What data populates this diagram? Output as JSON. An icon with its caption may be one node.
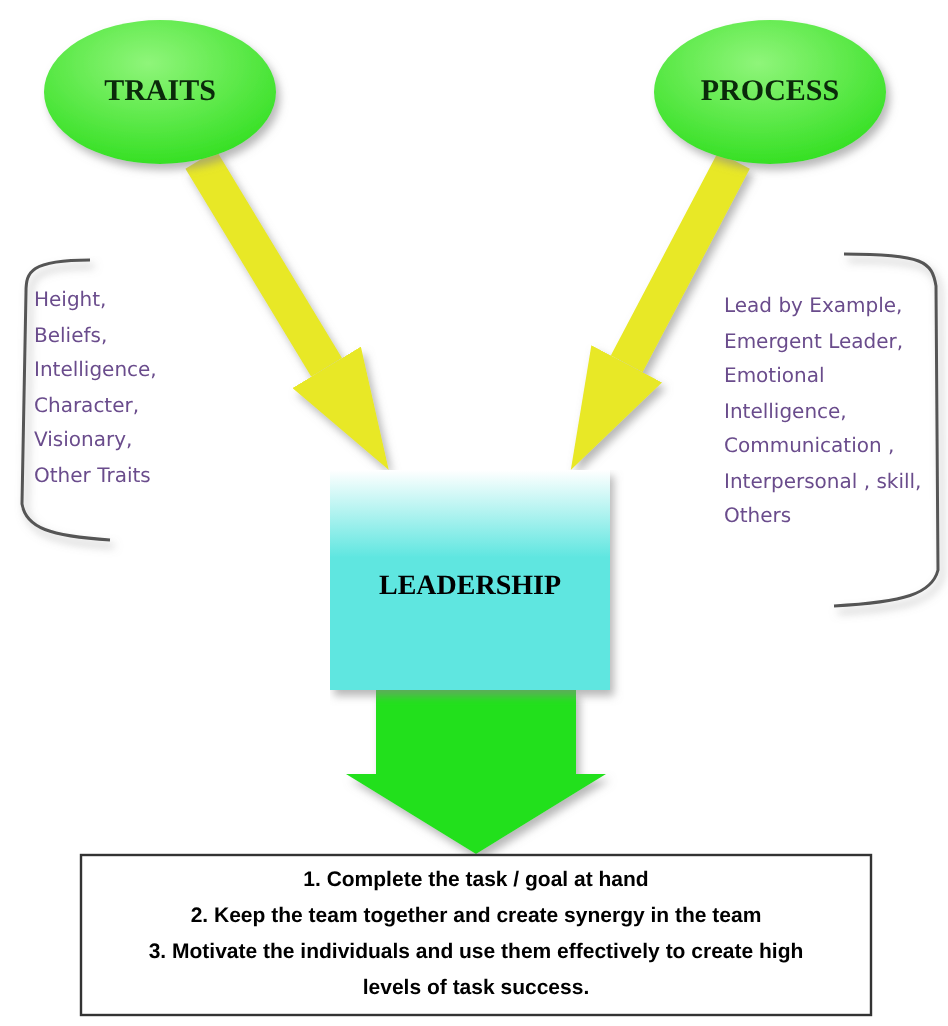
{
  "diagram": {
    "nodes": [
      {
        "text": [
          "TRAITS"
        ]
      },
      {
        "text": [
          "PROCESS"
        ]
      },
      {
        "text": [
          "Height,",
          "Beliefs,",
          "Intelligence,",
          "Character,",
          "Visionary,",
          "Other Traits"
        ]
      },
      {
        "text": [
          "Lead by Example,",
          "Emergent Leader,",
          "Emotional Intelligence,",
          "Communication ,",
          "Interpersonal , skill,",
          "Others"
        ]
      },
      {
        "text": [
          "LEADERSHIP"
        ]
      },
      {
        "text": [
          "1. Complete the task / goal at hand",
          "2. Keep the team together and create synergy in the team",
          "3. Motivate the individuals and use them effectively to create high levels of task success."
        ]
      }
    ],
    "edges": [
      {
        "from": 0,
        "to": 4,
        "arrow": "to"
      },
      {
        "from": 1,
        "to": 4,
        "arrow": "to"
      },
      {
        "from": 4,
        "to": 5,
        "arrow": "to",
        "style": "thick",
        "color": "#22e01c"
      }
    ]
  }
}
